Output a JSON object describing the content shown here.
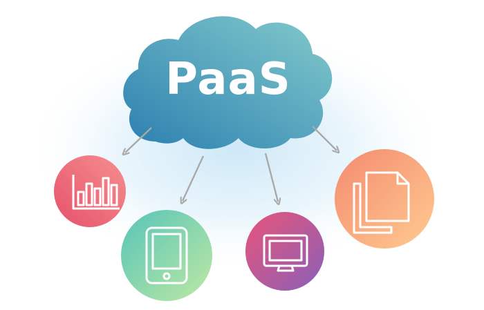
{
  "cloud": {
    "label": "PaaS",
    "gradient": [
      "#2e86b4",
      "#7cc7c9"
    ]
  },
  "nodes": [
    {
      "id": "analytics",
      "icon": "bar-chart-icon",
      "gradient": [
        "#e85a6f",
        "#f48a8a"
      ]
    },
    {
      "id": "tablet",
      "icon": "tablet-icon",
      "gradient": [
        "#5ec9b4",
        "#b3e6a6"
      ]
    },
    {
      "id": "desktop",
      "icon": "monitor-icon",
      "gradient": [
        "#e2587a",
        "#8f5fb3"
      ]
    },
    {
      "id": "documents",
      "icon": "documents-icon",
      "gradient": [
        "#f6946e",
        "#ffc48f"
      ]
    }
  ],
  "colors": {
    "arrow": "#a9a9a9",
    "glow": "#d4ecf9",
    "icon_stroke": "#ffffff"
  }
}
